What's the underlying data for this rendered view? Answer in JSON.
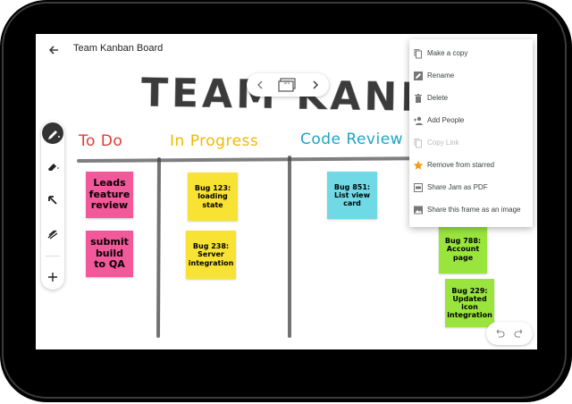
{
  "app": {
    "title": "Team Kanban Board"
  },
  "board": {
    "heading": "TEAM KANBAN",
    "frame_counter": "1/1",
    "columns": [
      {
        "label": "To Do",
        "color": "#e53935"
      },
      {
        "label": "In Progress",
        "color": "#f2b900"
      },
      {
        "label": "Code Review",
        "color": "#1fa4c6"
      }
    ],
    "notes": [
      {
        "text": "Leads feature review",
        "color": "#f2599b"
      },
      {
        "text": "submit build to QA",
        "color": "#f2599b"
      },
      {
        "text": "Bug 123: loading state",
        "color": "#f8e233"
      },
      {
        "text": "Bug 238: Server integration",
        "color": "#f8e233"
      },
      {
        "text": "Bug 851: List view card",
        "color": "#6fd9e6"
      },
      {
        "text": "Bug 788: Account page",
        "color": "#9ae53d"
      },
      {
        "text": "Bug 229: Updated icon integration",
        "color": "#9ae53d"
      }
    ]
  },
  "toolbar": {
    "tools": [
      "pen-icon",
      "eraser-icon",
      "select-arrow-icon",
      "laser-icon",
      "add-icon"
    ]
  },
  "menu": {
    "items": [
      {
        "label": "Make a copy",
        "icon": "copy-icon",
        "enabled": true
      },
      {
        "label": "Rename",
        "icon": "edit-icon",
        "enabled": true
      },
      {
        "label": "Delete",
        "icon": "trash-icon",
        "enabled": true
      },
      {
        "label": "Add People",
        "icon": "person-add-icon",
        "enabled": true
      },
      {
        "label": "Copy Link",
        "icon": "link-copy-icon",
        "enabled": false
      },
      {
        "label": "Remove from starred",
        "icon": "star-icon",
        "enabled": true
      },
      {
        "label": "Share Jam as PDF",
        "icon": "pdf-icon",
        "enabled": true
      },
      {
        "label": "Share this frame as an image",
        "icon": "image-icon",
        "enabled": true
      }
    ],
    "accent_star": "#f39c12"
  }
}
